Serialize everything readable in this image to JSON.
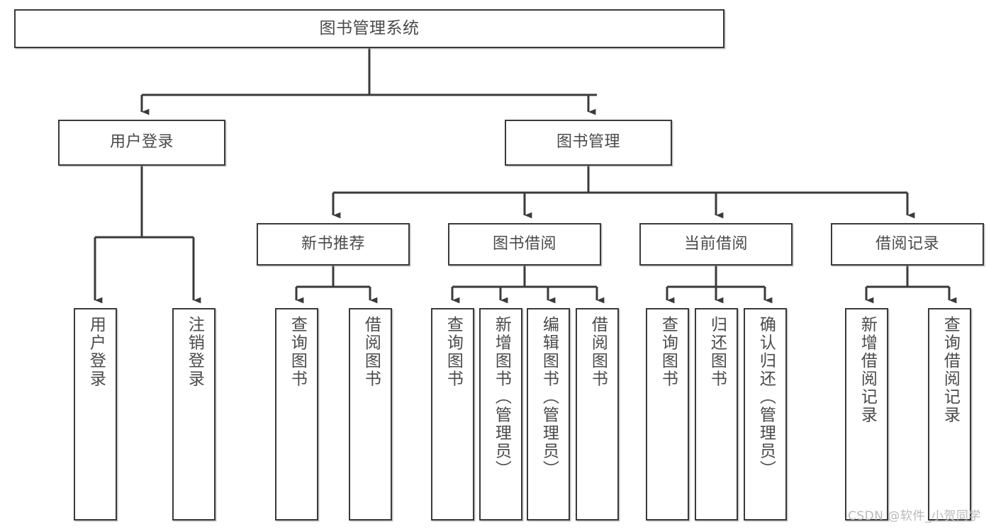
{
  "diagram": {
    "title": "图书管理系统",
    "type": "tree-hierarchy-chart",
    "watermark": "CSDN @软件_小贺同学",
    "colors": {
      "stroke": "#3a3a3a",
      "text": "#4a4a4a",
      "background": "#ffffff",
      "watermark": "#b9b9b9"
    }
  },
  "nodes": {
    "root": {
      "label": "图书管理系统"
    },
    "level2": [
      {
        "id": "user-login",
        "label": "用户登录"
      },
      {
        "id": "book-manage",
        "label": "图书管理"
      }
    ],
    "level3": [
      {
        "id": "new-book-recommend",
        "label": "新书推荐"
      },
      {
        "id": "book-borrow",
        "label": "图书借阅"
      },
      {
        "id": "current-borrow",
        "label": "当前借阅"
      },
      {
        "id": "borrow-record",
        "label": "借阅记录"
      }
    ],
    "leaves": {
      "user-login": [
        {
          "id": "leaf-user-login",
          "label": "用户登录"
        },
        {
          "id": "leaf-logout",
          "label": "注销登录"
        }
      ],
      "new-book-recommend": [
        {
          "id": "leaf-query-book-1",
          "label": "查询图书"
        },
        {
          "id": "leaf-borrow-book-1",
          "label": "借阅图书"
        }
      ],
      "book-borrow": [
        {
          "id": "leaf-query-book-2",
          "label": "查询图书"
        },
        {
          "id": "leaf-add-book",
          "label": "新增图书（管理员）"
        },
        {
          "id": "leaf-edit-book",
          "label": "编辑图书（管理员）"
        },
        {
          "id": "leaf-borrow-book-2",
          "label": "借阅图书"
        }
      ],
      "current-borrow": [
        {
          "id": "leaf-query-book-3",
          "label": "查询图书"
        },
        {
          "id": "leaf-return-book",
          "label": "归还图书"
        },
        {
          "id": "leaf-confirm-return",
          "label": "确认归还（管理员）"
        }
      ],
      "borrow-record": [
        {
          "id": "leaf-add-record",
          "label": "新增借阅记录"
        },
        {
          "id": "leaf-query-record",
          "label": "查询借阅记录"
        }
      ]
    }
  }
}
